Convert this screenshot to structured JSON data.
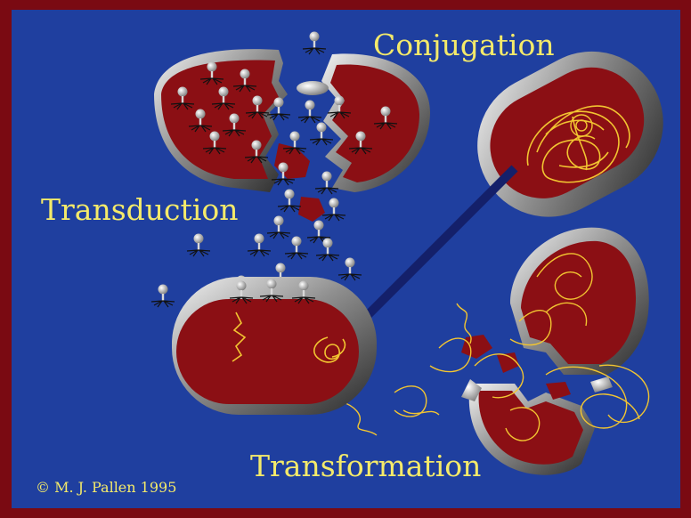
{
  "labels": {
    "conjugation": "Conjugation",
    "transduction": "Transduction",
    "transformation": "Transformation",
    "copyright": "© M. J. Pallen 1995"
  },
  "colors": {
    "frame": "#7a0a12",
    "background": "#1f3f9f",
    "cytoplasm": "#8b0f14",
    "dna": "#f2c531",
    "label_text": "#f4ea6a",
    "pilus": "#14206a"
  }
}
